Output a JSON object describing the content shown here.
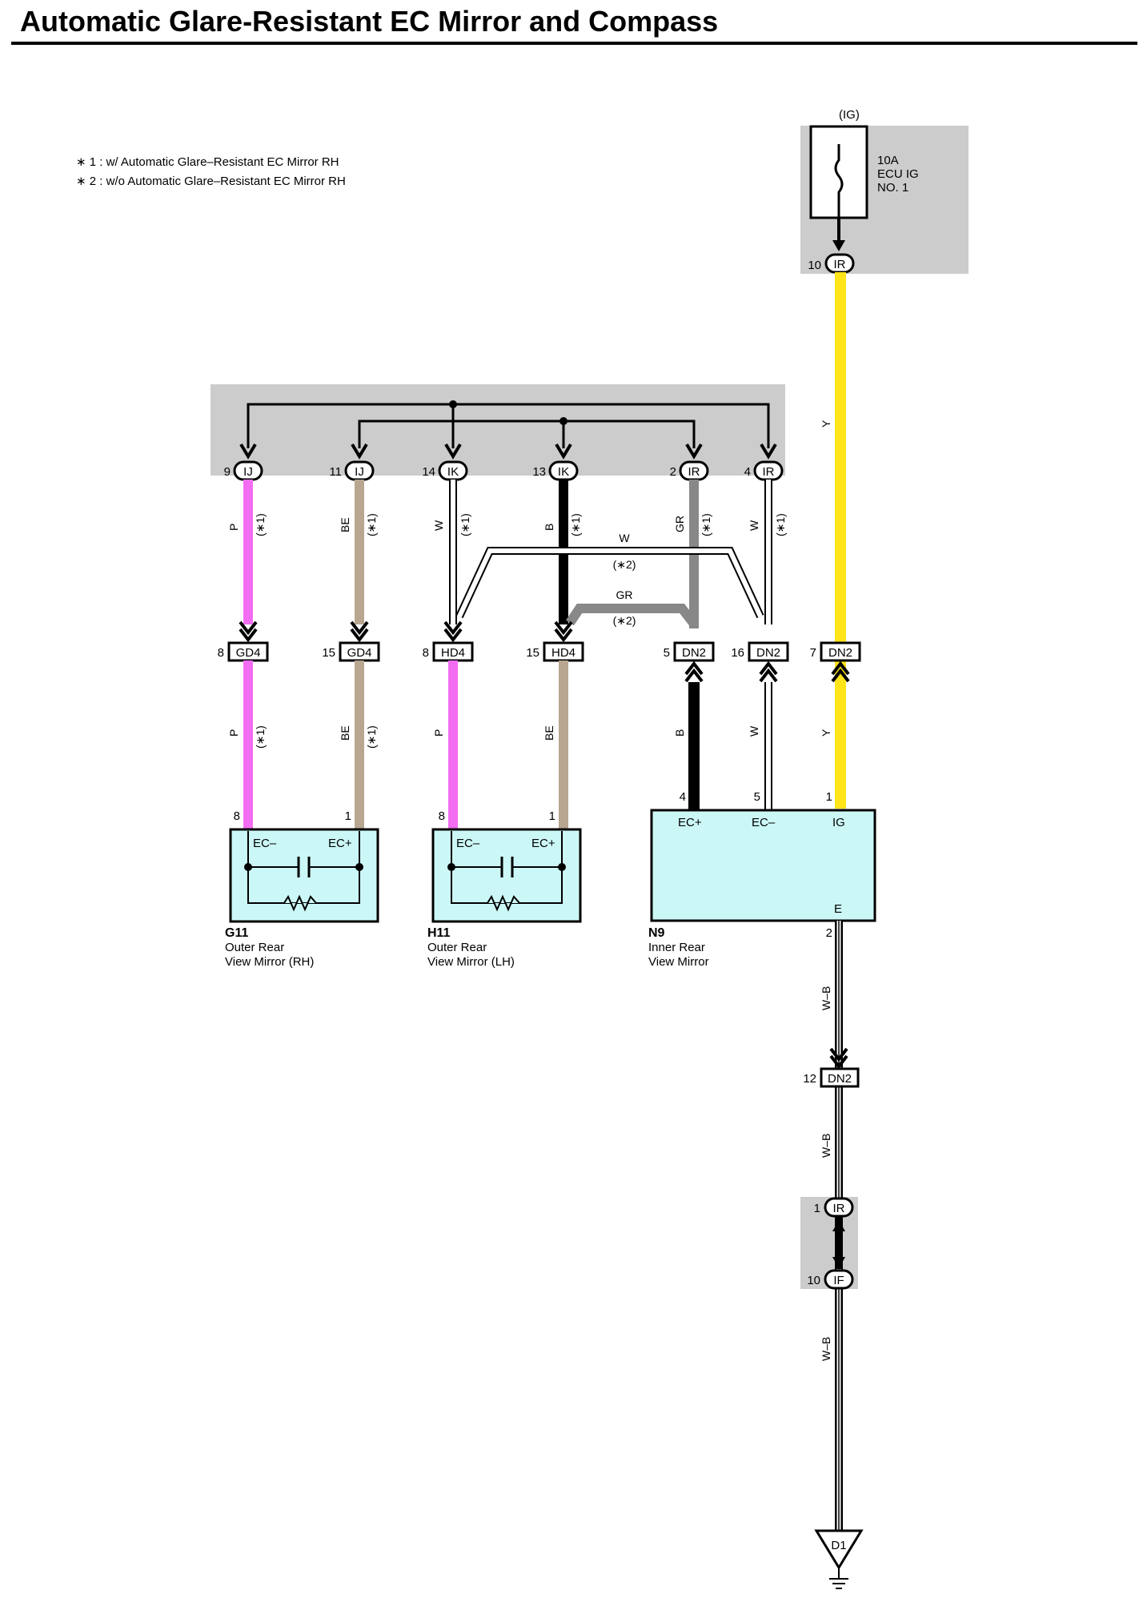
{
  "title": "Automatic Glare-Resistant EC Mirror and Compass",
  "notes": [
    "∗ 1 : w/ Automatic Glare–Resistant EC Mirror RH",
    "∗ 2 : w/o Automatic Glare–Resistant EC Mirror RH"
  ],
  "power": {
    "label": "(IG)",
    "fuse_amps": "10A",
    "fuse_name_1": "ECU IG",
    "fuse_name_2": "NO. 1",
    "pin": "10",
    "connector": "IR"
  },
  "colors": {
    "pink": "#f26df2",
    "beige": "#b8a691",
    "yellow": "#ffe51a",
    "gray": "#888888",
    "black": "#000000",
    "component_fill": "#ccf7f7",
    "junction_fill": "#cccccc"
  },
  "top_connectors": [
    {
      "pin": "9",
      "code": "IJ"
    },
    {
      "pin": "11",
      "code": "IJ"
    },
    {
      "pin": "14",
      "code": "IK"
    },
    {
      "pin": "13",
      "code": "IK"
    },
    {
      "pin": "2",
      "code": "IR"
    },
    {
      "pin": "4",
      "code": "IR"
    }
  ],
  "upper_wire_labels": [
    {
      "color": "P",
      "note": "(∗1)"
    },
    {
      "color": "BE",
      "note": "(∗1)"
    },
    {
      "color": "W",
      "note": "(∗1)"
    },
    {
      "color": "B",
      "note": "(∗1)"
    },
    {
      "color": "GR",
      "note": "(∗1)"
    },
    {
      "color": "W",
      "note": "(∗1)"
    }
  ],
  "crossover": {
    "w_label": "W",
    "w_note": "(∗2)",
    "gr_label": "GR",
    "gr_note": "(∗2)"
  },
  "y_wire_label": "Y",
  "mid_connectors": [
    {
      "pin": "8",
      "code": "GD4"
    },
    {
      "pin": "15",
      "code": "GD4"
    },
    {
      "pin": "8",
      "code": "HD4"
    },
    {
      "pin": "15",
      "code": "HD4"
    },
    {
      "pin": "5",
      "code": "DN2"
    },
    {
      "pin": "16",
      "code": "DN2"
    },
    {
      "pin": "7",
      "code": "DN2"
    }
  ],
  "lower_wire_labels": [
    {
      "color": "P",
      "note": "(∗1)"
    },
    {
      "color": "BE",
      "note": "(∗1)"
    },
    {
      "color": "P",
      "note": ""
    },
    {
      "color": "BE",
      "note": ""
    },
    {
      "color": "B",
      "note": ""
    },
    {
      "color": "W",
      "note": ""
    },
    {
      "color": "Y",
      "note": ""
    }
  ],
  "components": {
    "g11": {
      "id": "G11",
      "name_1": "Outer Rear",
      "name_2": "View Mirror (RH)",
      "pin_left": "8",
      "pin_right": "1",
      "term_left": "EC–",
      "term_right": "EC+"
    },
    "h11": {
      "id": "H11",
      "name_1": "Outer Rear",
      "name_2": "View Mirror (LH)",
      "pin_left": "8",
      "pin_right": "1",
      "term_left": "EC–",
      "term_right": "EC+"
    },
    "n9": {
      "id": "N9",
      "name_1": "Inner Rear",
      "name_2": "View Mirror",
      "pin_ecp": "4",
      "pin_ecm": "5",
      "pin_ig": "1",
      "pin_e": "2",
      "term_ecp": "EC+",
      "term_ecm": "EC–",
      "term_ig": "IG",
      "term_e": "E"
    }
  },
  "ground_path": {
    "wire_label": "W–B",
    "dn2_pin": "12",
    "dn2_code": "DN2",
    "ir_pin": "1",
    "ir_code": "IR",
    "if_pin": "10",
    "if_code": "IF",
    "ground": "D1"
  }
}
